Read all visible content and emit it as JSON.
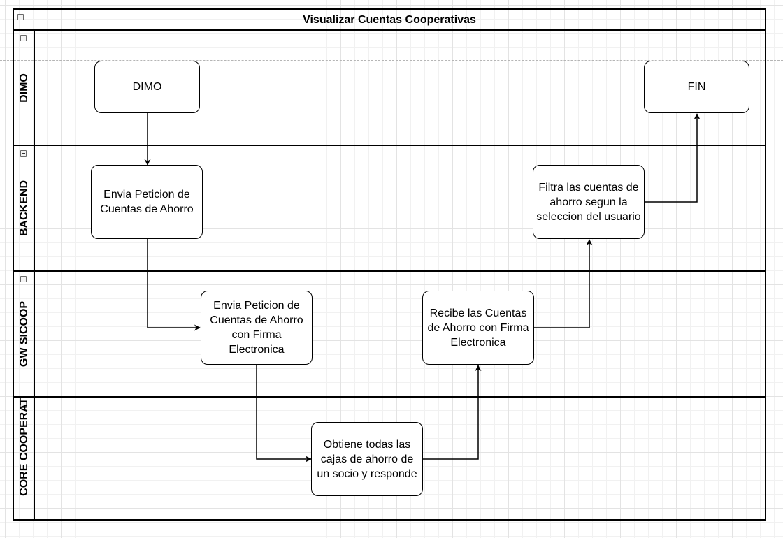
{
  "diagram": {
    "title": "Visualizar Cuentas Cooperativas",
    "lanes": [
      {
        "id": "dimo",
        "label": "DIMO"
      },
      {
        "id": "backend",
        "label": "BACKEND"
      },
      {
        "id": "gw",
        "label": "GW SICOOP"
      },
      {
        "id": "core",
        "label": "CORE COOPERATIVA"
      }
    ],
    "nodes": {
      "dimo": "DIMO",
      "envia_peticion": "Envia Peticion de Cuentas de Ahorro",
      "envia_firma": "Envia Peticion de Cuentas de Ahorro con Firma Electronica",
      "obtiene": "Obtiene todas las cajas de ahorro de un socio y responde",
      "recibe": "Recibe las Cuentas de Ahorro con Firma Electronica",
      "filtra": "Filtra las cuentas de ahorro segun la seleccion del usuario",
      "fin": "FIN"
    },
    "edges": [
      {
        "from": "dimo",
        "to": "envia_peticion"
      },
      {
        "from": "envia_peticion",
        "to": "envia_firma"
      },
      {
        "from": "envia_firma",
        "to": "obtiene"
      },
      {
        "from": "obtiene",
        "to": "recibe"
      },
      {
        "from": "recibe",
        "to": "filtra"
      },
      {
        "from": "filtra",
        "to": "fin"
      }
    ]
  }
}
